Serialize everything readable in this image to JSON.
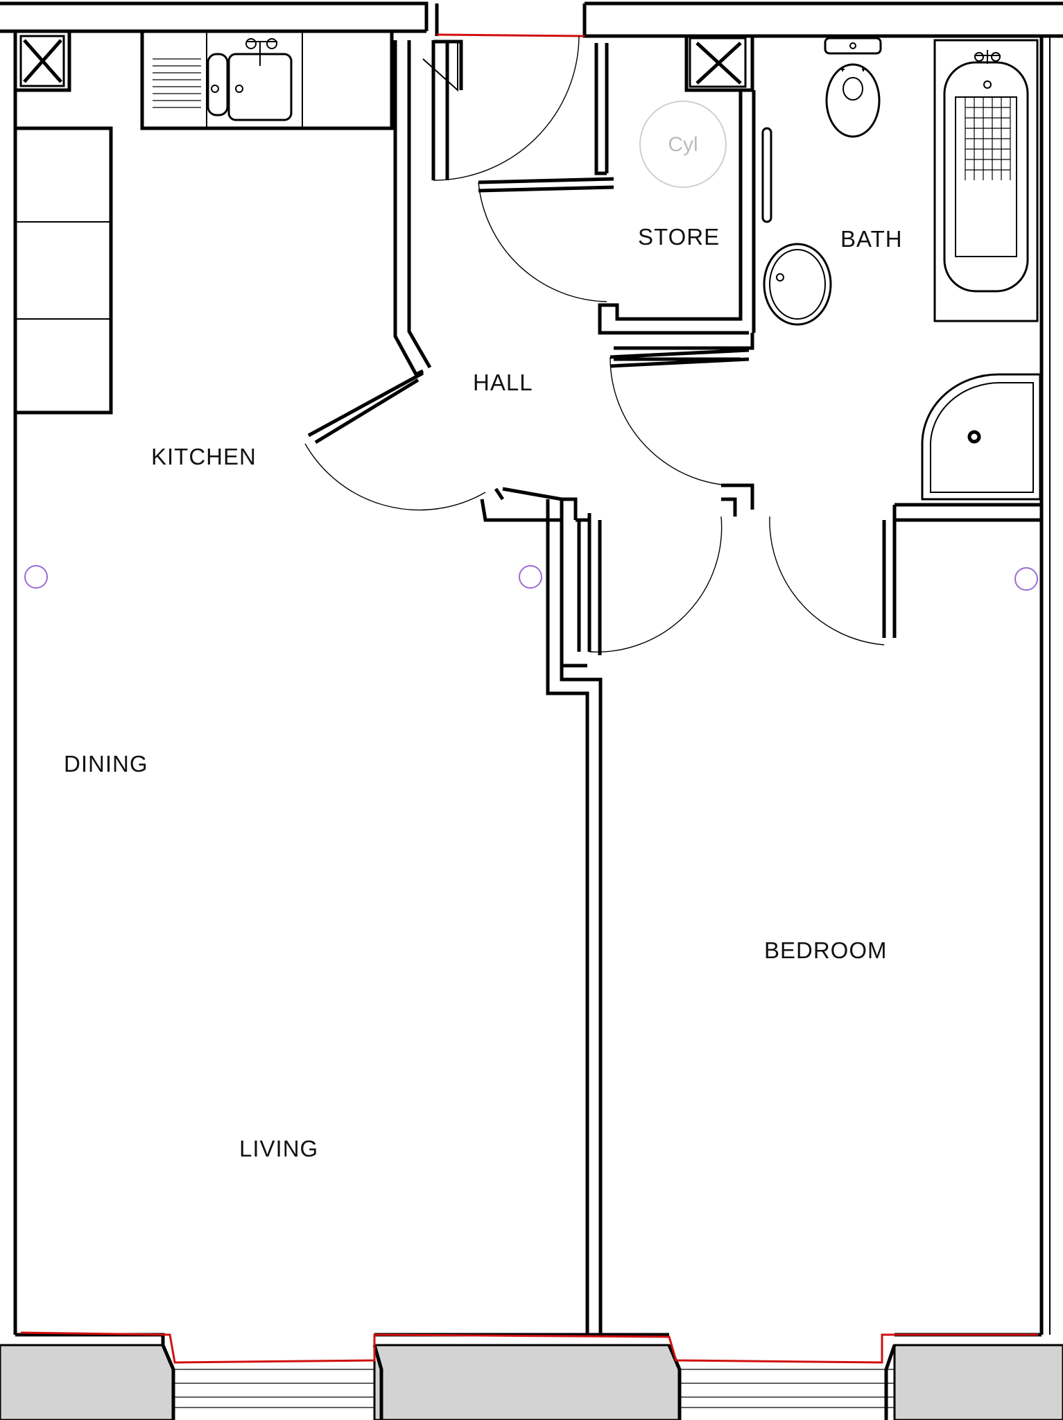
{
  "plan": {
    "rooms": {
      "kitchen": "KITCHEN",
      "hall": "HALL",
      "store": "STORE",
      "bath": "BATH",
      "dining": "DINING",
      "living": "LIVING",
      "bedroom": "BEDROOM"
    },
    "fixtures": {
      "cylinder_label": "Cyl"
    },
    "colors": {
      "wall": "#000000",
      "window_line": "#d01010",
      "external_wall_fill": "#d3d3d3",
      "vent": "#9b6bd6",
      "cylinder": "#bbbbbb"
    }
  }
}
